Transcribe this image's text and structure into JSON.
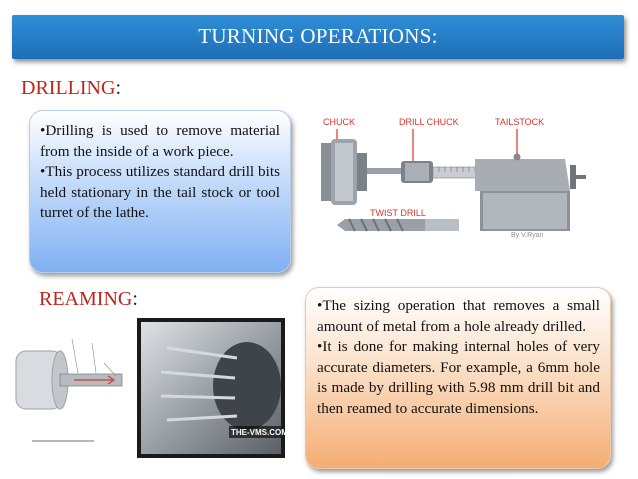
{
  "title": "TURNING OPERATIONS:",
  "drilling": {
    "heading": "DRILLING",
    "heading_colon": ":",
    "bullets": [
      "•Drilling is used to remove material from the inside of a work piece.",
      "•This process utilizes standard drill bits held stationary in the tail stock or tool turret of the lathe."
    ],
    "diagram": {
      "chuck_label": "CHUCK",
      "drill_chuck_label": "DRILL CHUCK",
      "tailstock_label": "TAILSTOCK",
      "twist_drill_label": "TWIST DRILL",
      "credit": "By V.Ryan"
    }
  },
  "reaming": {
    "heading": "REAMING",
    "heading_colon": ":",
    "bullets": [
      "•The sizing operation that removes a small amount of metal from a hole already drilled.",
      "•It is done for making internal holes of very accurate diameters. For example, a 6mm hole is made by drilling with 5.98 mm drill bit and then reamed to accurate dimensions."
    ],
    "photo_watermark": "THE-VMS.COM"
  },
  "colors": {
    "title_bar": "#1d6db7",
    "heading_red": "#c0231a",
    "blue_box": "#7fb0f2",
    "orange_box": "#f4ad73"
  }
}
